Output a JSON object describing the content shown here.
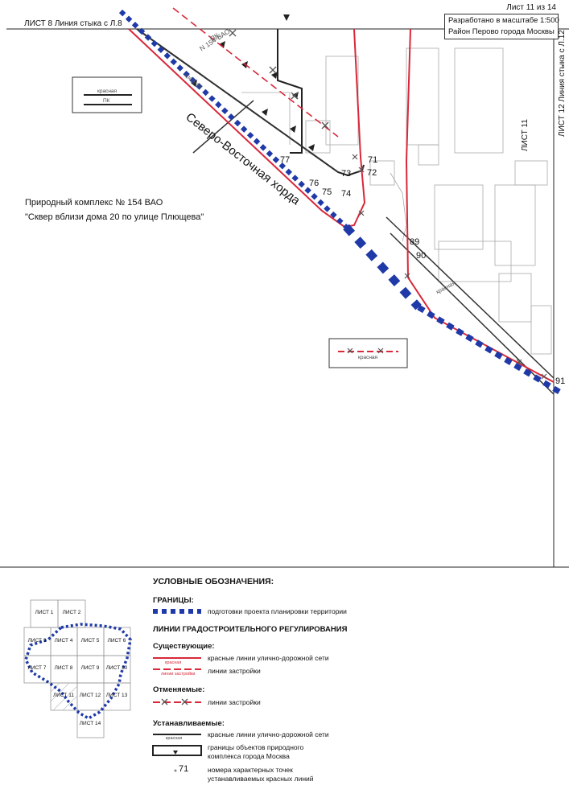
{
  "sheet_number": "Лист 11 из 14",
  "join_left": "ЛИСТ 8 Линия стыка с Л.8",
  "join_right": "ЛИСТ 12 Линия стыка с Л.12",
  "sheet_11_mark": "ЛИСТ 11",
  "scale_line1": "Разработано в масштабе 1:500",
  "scale_line2": "Район Перово города Москвы",
  "park_title": "Природный комплекс № 154 ВАО",
  "park_subtitle": "\"Сквер вблизи дома 20 по улице Плющева\"",
  "road_name": "Северо-Восточная хорда",
  "pk_code_1": "ПК",
  "pk_code_2": "N 154-ВАО",
  "small_red_label": "красная",
  "small_pk_label": "ПК",
  "point_numbers": [
    "71",
    "72",
    "73",
    "74",
    "75",
    "76",
    "77",
    "89",
    "90",
    "91"
  ],
  "legend": {
    "title": "УСЛОВНЫЕ ОБОЗНАЧЕНИЯ:",
    "boundaries_heading": "ГРАНИЦЫ:",
    "boundary_item": "подготовки проекта планировки территории",
    "regulation_heading": "ЛИНИИ ГРАДОСТРОИТЕЛЬНОГО РЕГУЛИРОВАНИЯ",
    "existing_heading": "Существующие:",
    "existing_red": "красные линии улично-дорожной сети",
    "existing_build": "линии застройки",
    "cancelled_heading": "Отменяемые:",
    "cancelled_build": "линии застройки",
    "set_heading": "Устанавливаемые:",
    "set_red": "красные линии улично-дорожной сети",
    "set_pk_1": "границы объектов природного",
    "set_pk_2": "комплекса города Москва",
    "set_points_1": "номера характерных точек",
    "set_points_2": "устанавливаемых красных линий",
    "sample_number": "71",
    "mini_red": "красная",
    "mini_build": "линии застройки"
  },
  "index_sheets": [
    "ЛИСТ 1",
    "ЛИСТ 2",
    "ЛИСТ 3",
    "ЛИСТ 4",
    "ЛИСТ 5",
    "ЛИСТ 6",
    "ЛИСТ 7",
    "ЛИСТ 8",
    "ЛИСТ 9",
    "ЛИСТ 10",
    "ЛИСТ 11",
    "ЛИСТ 12",
    "ЛИСТ 13",
    "ЛИСТ 14"
  ],
  "colors": {
    "red": "#d8283a",
    "blue": "#1f3aa8",
    "line": "#333333",
    "building": "#aaaaaa"
  }
}
